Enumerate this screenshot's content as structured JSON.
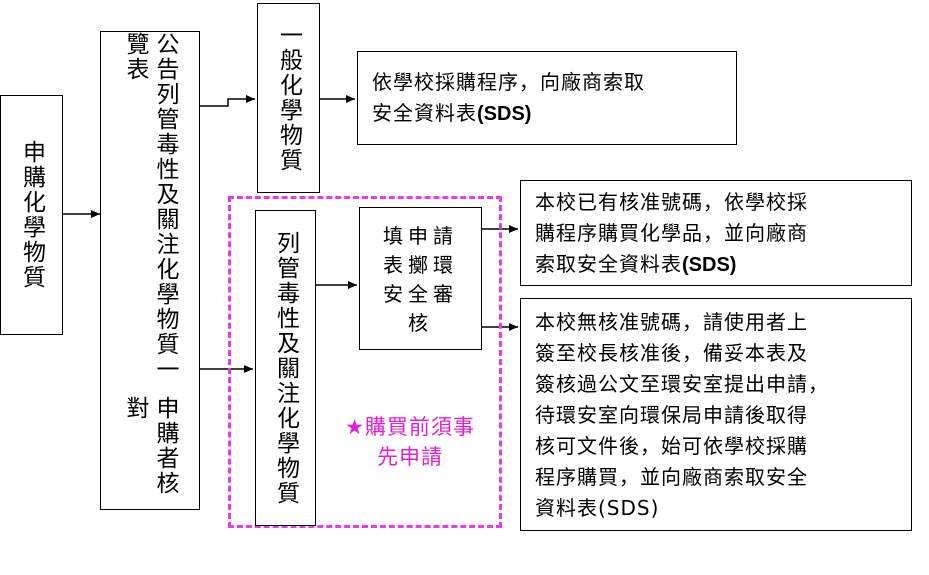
{
  "diagram": {
    "nodes": {
      "apply": "申購化學物質",
      "verify_line1": "申購者核對",
      "verify_line2": "公告列管毒性及關注化學物質一覽表",
      "general": "一般化學物質",
      "general_action_line1": "依學校採購程序，向廠商索取",
      "general_action_line2": "安全資料表",
      "general_action_sds": "(SDS)",
      "controlled": "列管毒性及關注化學物質",
      "form_line1": "填申請",
      "form_line2": "表擲環",
      "form_line3": "安全審",
      "form_line4": "核",
      "approved_line1": "本校已有核准號碼，依學校採",
      "approved_line2": "購程序購買化學品，並向廠商",
      "approved_line3": "索取安全資料表",
      "approved_sds": "(SDS)",
      "unapproved_line1": "本校無核准號碼，請使用者上",
      "unapproved_line2": "簽至校長核准後，備妥本表及",
      "unapproved_line3": "簽核過公文至環安室提出申請，",
      "unapproved_line4": "待環安室向環保局申請後取得",
      "unapproved_line5": "核可文件後，始可依學校採購",
      "unapproved_line6": "程序購買，並向廠商索取安全",
      "unapproved_line7": "資料表(SDS)"
    },
    "note_line1": "★購買前須事",
    "note_line2": "先申請",
    "colors": {
      "note": "#e020d8",
      "dashed_border": "#e83be8",
      "lines": "#000000"
    }
  }
}
